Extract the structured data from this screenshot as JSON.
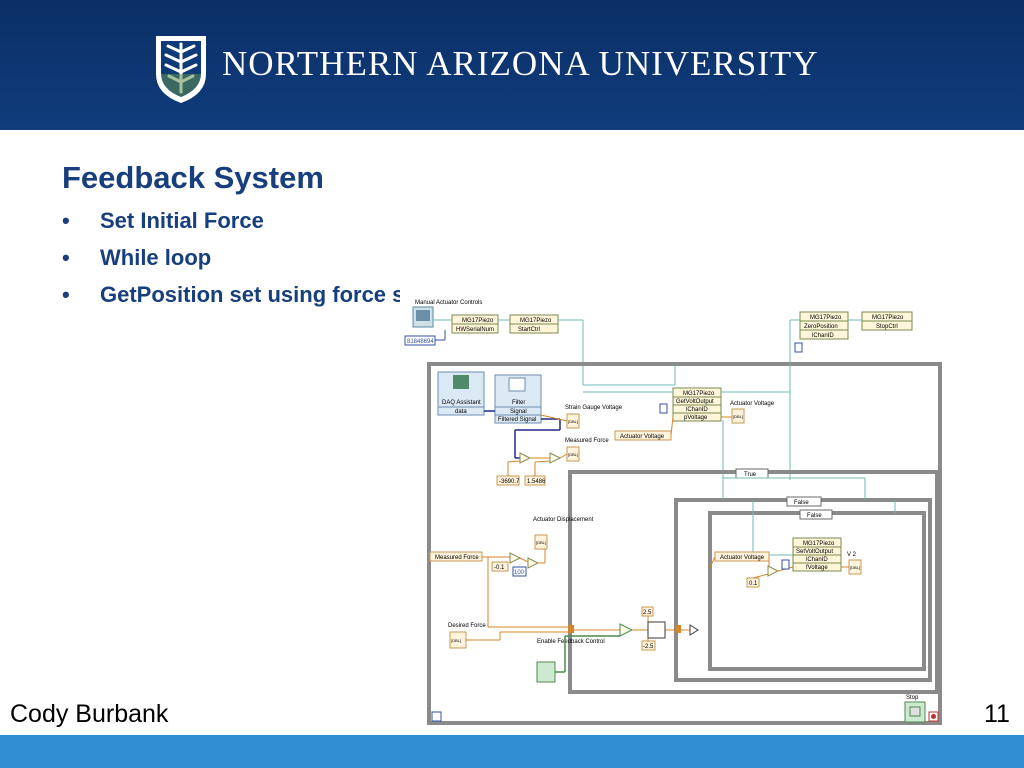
{
  "header": {
    "university_name": "NORTHERN ARIZONA UNIVERSITY"
  },
  "slide": {
    "title": "Feedback System",
    "bullets": [
      "Set Initial Force",
      "While loop",
      "GetPosition set using force sensor"
    ]
  },
  "diagram": {
    "manual_controls_label": "Manual Actuator Controls",
    "serial_value": "81848694",
    "node_mg17_1": "MG17Piezo",
    "node_hwserial": "HWSerialNum",
    "node_mg17_2": "MG17Piezo",
    "node_startctrl": "StartCtrl",
    "node_mg17_3": "MG17Piezo",
    "node_zeroposition": "ZeroPosition",
    "node_ichanid_1": "lChanID",
    "node_mg17_4": "MG17Piezo",
    "node_stopctrl": "StopCtrl",
    "daq_label": "DAQ Assistant",
    "daq_data": "data",
    "filter_label": "Filter",
    "filter_signal": "Signal",
    "filter_filtered": "Filtered Signal",
    "strain_label": "Strain Gauge Voltage",
    "measured_force_label": "Measured Force",
    "const_neg3690": "-3690.7",
    "const_15486": "1.5486",
    "getvolt_header": "MG17Piezo",
    "getvolt_method": "GetVoltOutput",
    "getvolt_chan": "lChanID",
    "getvolt_pvoltage": "pVoltage",
    "actuator_voltage_label": "Actuator Voltage",
    "actuator_voltage_local": "Actuator Voltage",
    "case_true": "True",
    "case_false_1": "False",
    "case_false_2": "False",
    "actuator_displacement_label": "Actuator Displacement",
    "measured_force_local": "Measured Force",
    "const_neg01": "-0.1",
    "const_100": "100",
    "desired_force_label": "Desired Force",
    "const_25": "2.5",
    "const_neg25": "-2.5",
    "enable_feedback_label": "Enable Feedback Control",
    "setvolt_header": "MG17Piezo",
    "setvolt_method": "SetVoltOutput",
    "setvolt_chan": "lChanID",
    "setvolt_voltage": "fVoltage",
    "actuator_voltage_local2": "Actuator Voltage",
    "const_01": "0.1",
    "v2_label": "V 2",
    "stop_label": "Stop",
    "dbl": "[DBL]"
  },
  "footer": {
    "author": "Cody Burbank",
    "slide_number": "11"
  }
}
